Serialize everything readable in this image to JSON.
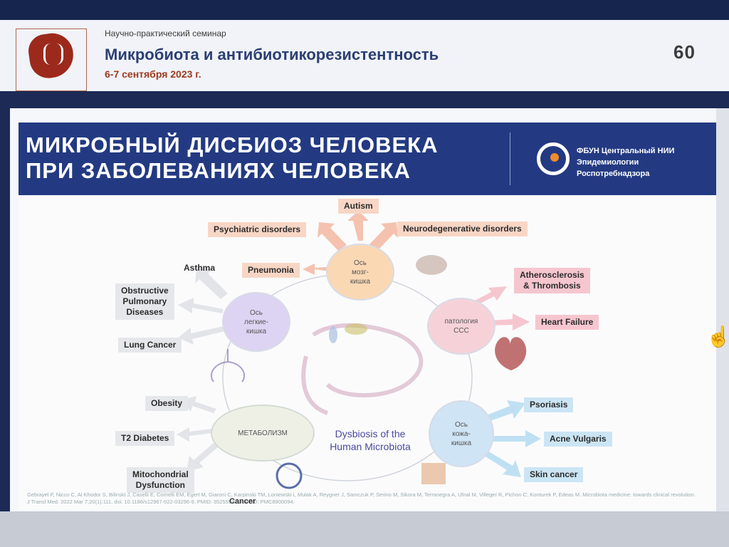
{
  "seminar": {
    "subtitle": "Научно-практический семинар",
    "title": "Микробиота и антибиотикорезистентность",
    "dates": "6-7 сентября 2023 г.",
    "anniversary_badge": "60"
  },
  "slide": {
    "title": "МИКРОБНЫЙ ДИСБИОЗ ЧЕЛОВЕКА\nПРИ ЗАБОЛЕВАНИЯХ ЧЕЛОВЕКА",
    "institution": "ФБУН Центральный НИИ\nЭпидемиологии\nРоспотребнадзора"
  },
  "diagram": {
    "center": "Dysbiosis of the\nHuman Microbiota",
    "nodes": {
      "brain": "Ось\nмозг-\nкишка",
      "lung": "Ось\nлегкие-\nкишка",
      "cardio": "патология\nССС",
      "metabolism": "МЕТАБОЛИЗМ",
      "skin": "Ось\nкожа-\nкишка"
    },
    "labels": {
      "autism": "Autism",
      "psychiatric": "Psychiatric disorders",
      "neurodegenerative": "Neurodegenerative disorders",
      "pneumonia": "Pneumonia",
      "asthma": "Asthma",
      "copd": "Obstructive\nPulmonary\nDiseases",
      "lung_cancer": "Lung Cancer",
      "athero": "Atherosclerosis\n& Thrombosis",
      "heart_failure": "Heart Failure",
      "obesity": "Obesity",
      "t2d": "T2 Diabetes",
      "mito": "Mitochondrial\nDysfunction",
      "cancer": "Cancer",
      "psoriasis": "Psoriasis",
      "acne": "Acne Vulgaris",
      "skin_cancer": "Skin cancer"
    },
    "references": "Gebrayel P, Nicco C, Al Khodor S, Bilinski J, Caselli E, Comelli EM, Egert M, Giaroni C, Karpinski TM, Loniewski I, Mulak A, Reygner J, Samczuk P, Serino M, Sikora M, Terranegra A, Ufnal M, Villeger R, Pichon C; Konturek P, Edeas M. Microbiota medicine: towards clinical revolution. J Transl Med. 2022 Mar 7;20(1):111. doi: 10.1186/s12967-022-03296-9. PMID: 35255932; PMCID: PMC8900094."
  },
  "colors": {
    "header_navy": "#1c2a55",
    "title_bar": "#233a82",
    "seminar_title": "#2b3f73",
    "date_red": "#9c3a1e"
  }
}
